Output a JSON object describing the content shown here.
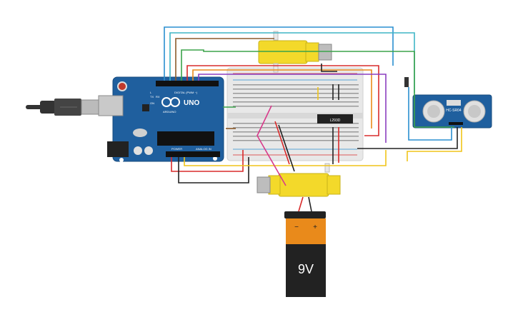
{
  "arduino": {
    "logo": "UNO",
    "brand": "ARDUINO",
    "digital_label": "DIGITAL (PWM ~)",
    "power_label": "POWER",
    "analog_label": "ANALOG IN",
    "on_label": "ON",
    "tx_label": "TX",
    "rx_label": "RX",
    "l_label": "L"
  },
  "ic": {
    "label": "L293D"
  },
  "sensor": {
    "label": "HC-SR04"
  },
  "battery": {
    "voltage": "9V",
    "minus": "−",
    "plus": "+"
  },
  "colors": {
    "board": "#1f5f9e",
    "motor": "#f3d92a",
    "breadboard": "#e8e8e8",
    "wire_red": "#d92b2b",
    "wire_black": "#222222",
    "wire_yellow": "#f0c419",
    "wire_green": "#3ba34a",
    "wire_blue": "#2a8fd0",
    "wire_cyan": "#3fb6c6",
    "wire_orange": "#e98a1b",
    "wire_brown": "#8b5a2b",
    "wire_purple": "#8b3fc0",
    "wire_pink": "#d83a8b"
  }
}
